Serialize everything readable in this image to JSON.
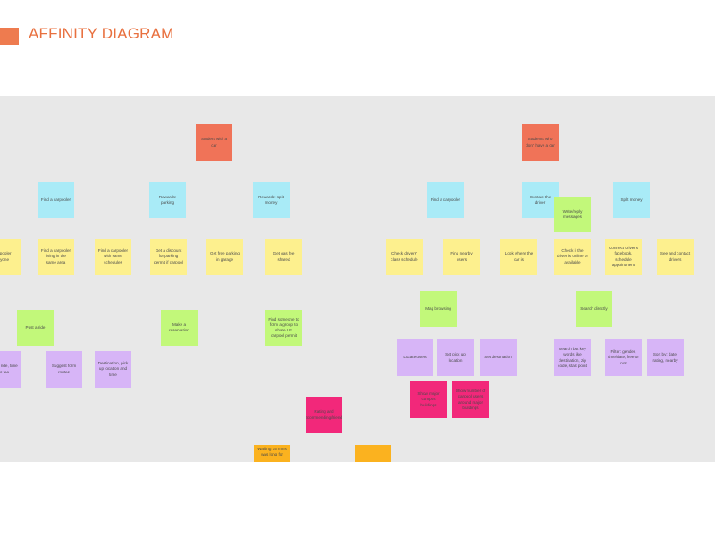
{
  "header": {
    "title": "AFFINITY DIAGRAM"
  },
  "colors": {
    "accent": "#ee7b4f",
    "board": "#e8e8e8",
    "coral": "#f07358",
    "blue": "#a9ebf7",
    "yellow": "#fdf08e",
    "green": "#c2f87a",
    "purple": "#d7b5f7",
    "magenta": "#f2287a",
    "orange": "#fbb21f"
  },
  "notes": {
    "students_with_car": "Student with a car",
    "students_no_car": "Students who don't have a car",
    "find_carpooler_left": "Find a carpooler",
    "rewards_parking": "Rewards: parking",
    "rewards_split_money": "Rewards: split money",
    "find_carpooler_right": "Find a carpooler",
    "contact_driver": "Contact the driver",
    "split_money": "Split money",
    "write_reply_messages": "Write/reply messages",
    "carpooler_anyone": "Carpooler anyone",
    "find_carpooler_living_area": "Find a carpooler living in the same area",
    "find_carpooler_same_schedules": "Find a carpooler with same schedules",
    "get_discount_parking": "Get a discount for parking permit if carpool",
    "get_free_parking_garage": "Get free parking in garage",
    "get_gas_fee_shared": "Get gas fee shared",
    "check_drivers_class_schedule": "Check drivers' class schedule",
    "find_nearby_users": "Find nearby users",
    "look_where_car_is": "Look where the car is",
    "check_driver_online": "Check if the driver is online or available",
    "connect_drivers_accounts": "Connect driver's facebook, schedule appointment",
    "see_contact_drivers": "See and contact drivers",
    "post_a_ride": "Post a ride",
    "make_a_reservation": "Make a reservation",
    "find_someone_group": "Find someone to form a group to share UF carpool permit",
    "map_browsing": "Map browsing",
    "search_directly": "Search directly",
    "posted_ride_time_gas_fee": "Posted ride, time gas fee",
    "suggest_form_routes": "Suggest form routes",
    "destination_pickup_time": "Destination, pick up location and time",
    "locate_users": "Locate users",
    "set_pickup_location": "Set pick up location",
    "set_destination": "Set destination",
    "search_key_words": "Search but key words like destination, zip code, start point",
    "filter_gender_schedule": "Filter: gender, time/date, free or not",
    "sort_by_date_rating": "Sort by: date, rating, nearby",
    "show_major_campus_buildings": "Show major campus buildings",
    "show_number_of_carpool_users": "Show number of carpool users around major buildings",
    "rating_recommending": "Rating and recommending/friends",
    "waiting_time_long": "Waiting 15 mins was long for",
    "orange_blank": ""
  }
}
